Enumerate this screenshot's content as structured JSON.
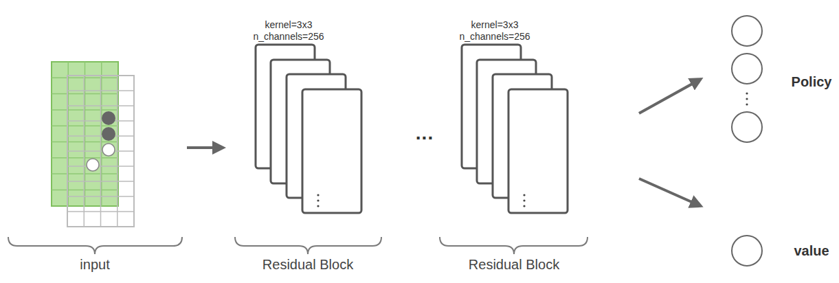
{
  "diagram": {
    "nodes": [
      {
        "text": [
          "input"
        ]
      },
      {
        "text": [
          "kernel=3x3 n_channels=256",
          "Residual Block"
        ]
      },
      {
        "text": [
          "kernel=3x3 n_channels=256",
          "Residual Block"
        ]
      },
      {
        "text": [
          "Policy"
        ]
      },
      {
        "text": [
          "value"
        ]
      }
    ],
    "edges": [
      {
        "from": 0,
        "to": 1,
        "arrow": "to"
      },
      {
        "from": 2,
        "to": 3,
        "arrow": "to"
      },
      {
        "from": 2,
        "to": 4,
        "arrow": "to"
      }
    ],
    "labels": [
      "..."
    ]
  }
}
